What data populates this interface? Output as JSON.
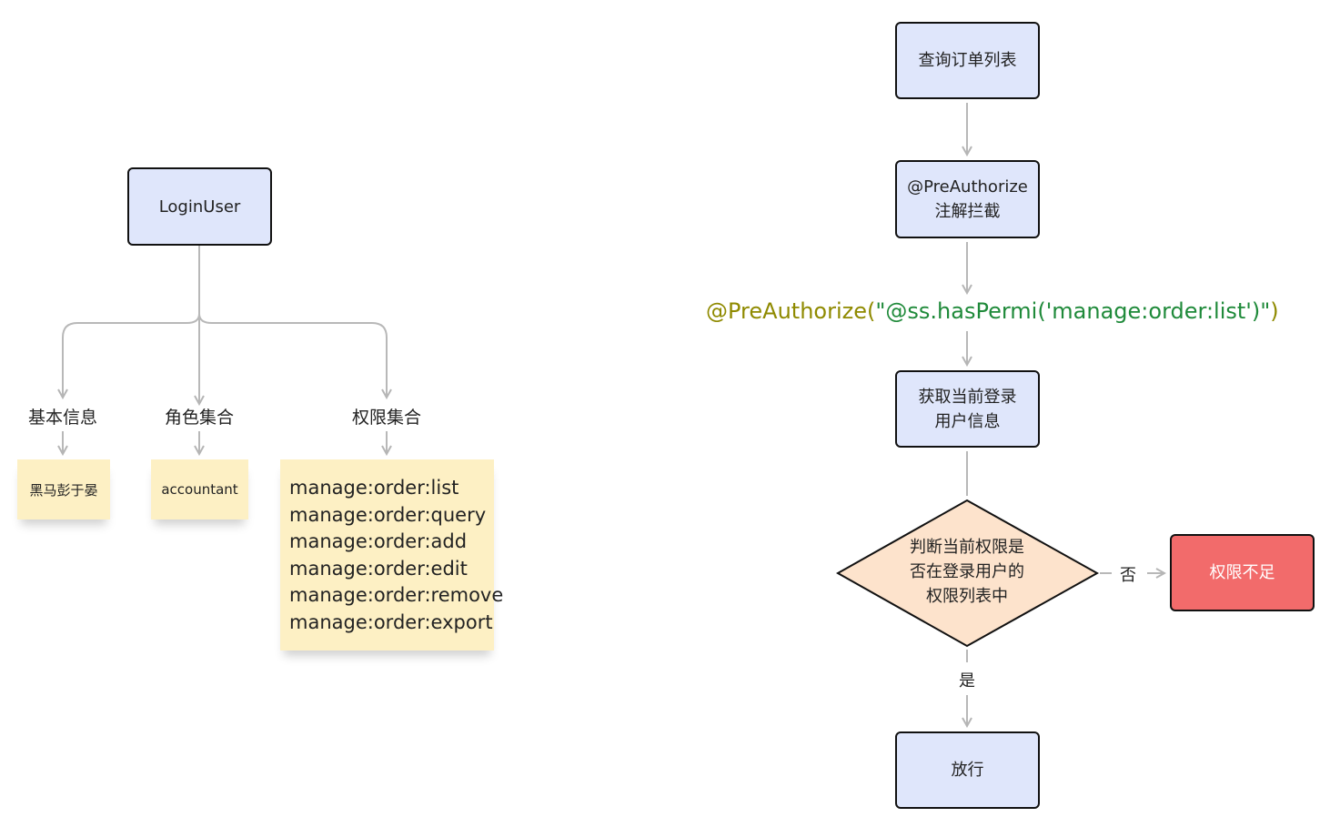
{
  "left_tree": {
    "root": "LoginUser",
    "branches": [
      {
        "label": "基本信息",
        "value": "黑马彭于晏"
      },
      {
        "label": "角色集合",
        "value": "accountant"
      },
      {
        "label": "权限集合",
        "values": [
          "manage:order:list",
          "manage:order:query",
          "manage:order:add",
          "manage:order:edit",
          "manage:order:remove",
          "manage:order:export"
        ]
      }
    ]
  },
  "flow": {
    "step1": "查询订单列表",
    "step2_line1": "@PreAuthorize",
    "step2_line2": "注解拦截",
    "annotation_fn": "@PreAuthorize(",
    "annotation_str": "\"@ss.hasPermi('manage:order:list')\"",
    "annotation_close": ")",
    "step3_line1": "获取当前登录",
    "step3_line2": "用户信息",
    "decision_line1": "判断当前权限是",
    "decision_line2": "否在登录用户的",
    "decision_line3": "权限列表中",
    "no_label": "否",
    "yes_label": "是",
    "denied": "权限不足",
    "allow": "放行"
  },
  "colors": {
    "box_fill": "#dfe6fb",
    "note_fill": "#fdf0c4",
    "decision_fill": "#fde3cc",
    "denied_fill": "#f26b6b",
    "connector": "#b8b8b8",
    "annotation_fn": "#8f8a00",
    "annotation_str": "#1f8a3a"
  }
}
